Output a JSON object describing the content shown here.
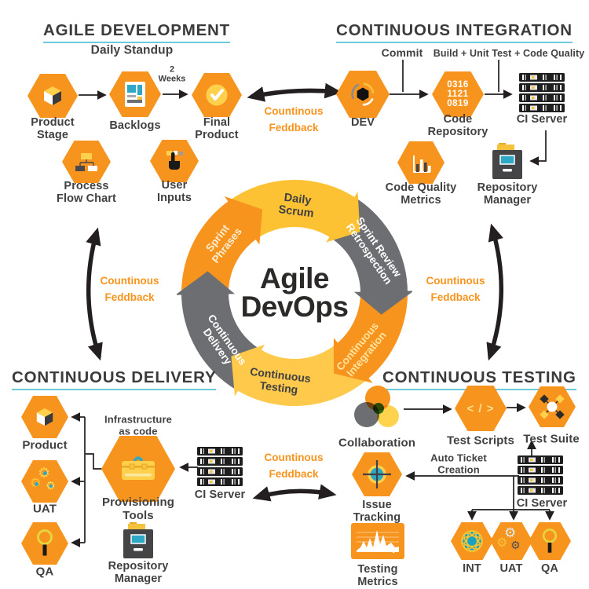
{
  "colors": {
    "orange": "#F7941E",
    "yellow": "#FFC94B",
    "gray": "#6D6E71",
    "teal": "#2FA8C5",
    "underline": "#6CCBD9",
    "dark_text": "#414042",
    "black_arrow": "#231F20"
  },
  "headings": {
    "agile_development": "AGILE DEVELOPMENT",
    "continuous_integration": "CONTINUOUS INTEGRATION",
    "continuous_delivery": "CONTINUOUS DELIVERY",
    "continuous_testing": "CONTINUOUS TESTING"
  },
  "agile_development": {
    "subtitle": "Daily Standup",
    "product_stage": "Product\nStage",
    "backlogs": "Backlogs",
    "weeks": "2\nWeeks",
    "final_product": "Final\nProduct",
    "process_flow_chart": "Process\nFlow Chart",
    "user_inputs": "User\nInputs"
  },
  "continuous_integration": {
    "commit": "Commit",
    "build": "Build + Unit Test + Code Quality",
    "dev": "DEV",
    "repo_numbers": "0316\n1121\n0819",
    "code_repository": "Code\nRepository",
    "ci_server": "CI Server",
    "code_quality_metrics": "Code Quality\nMetrics",
    "repository_manager": "Repository\nManager"
  },
  "ring": {
    "title": "Agile\nDevOps",
    "daily_scrum": "Daily\nScrum",
    "sprint_review": "Sprint Review\nRetrospection",
    "continuous_integration": "Continuous\nIntegration",
    "continuous_testing": "Continuous\nTesting",
    "continuous_delivery": "Continuous\nDelivery",
    "sprint_phrases": "Sprint\nPhrases"
  },
  "feedback": "Countinous\nFeddback",
  "continuous_delivery": {
    "product": "Product",
    "uat": "UAT",
    "qa": "QA",
    "infrastructure": "Infrastructure\nas code",
    "provisioning_tools": "Provisioning\nTools",
    "ci_server": "CI Server",
    "repository_manager": "Repository\nManager"
  },
  "continuous_testing": {
    "collaboration": "Collaboration",
    "test_scripts": "Test Scripts",
    "code_glyph": "< / >",
    "test_suite": "Test Suite",
    "auto_ticket": "Auto Ticket\nCreation",
    "issue_tracking": "Issue\nTracking",
    "ci_server": "CI Server",
    "testing_metrics": "Testing\nMetrics",
    "int": "INT",
    "uat": "UAT",
    "qa": "QA"
  },
  "icons": {
    "gear": "⚙"
  }
}
